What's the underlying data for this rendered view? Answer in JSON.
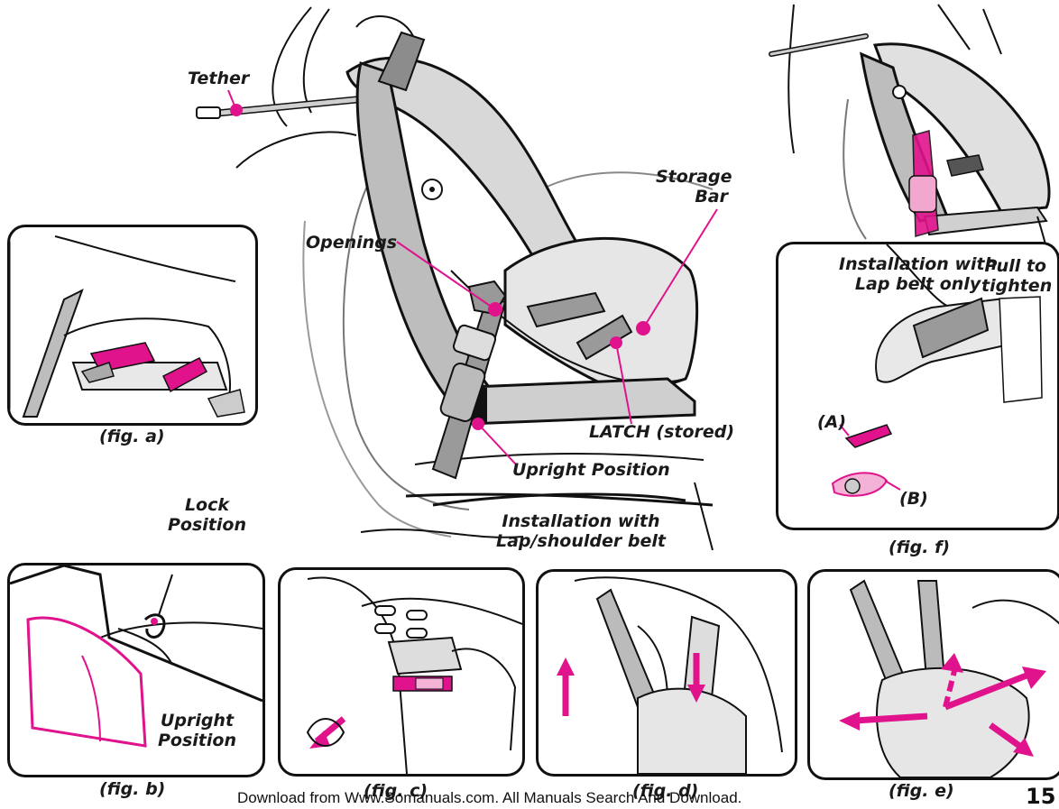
{
  "labels": {
    "tether": "Tether",
    "storage_bar_1": "Storage",
    "storage_bar_2": "Bar",
    "openings": "Openings",
    "latch_stored": "LATCH (stored)",
    "upright_position_main": "Upright Position",
    "install_lap_shoulder_1": "Installation with",
    "install_lap_shoulder_2": "Lap/shoulder belt",
    "install_lap_only_1": "Installation with",
    "install_lap_only_2": "Lap belt only",
    "pull_to_tighten_1": "Pull to",
    "pull_to_tighten_2": "tighten",
    "part_a": "(A)",
    "part_b": "(B)",
    "lock_position_1": "Lock",
    "lock_position_2": "Position",
    "upright_position_b_1": "Upright",
    "upright_position_b_2": "Position"
  },
  "figures": {
    "a": "(fig. a)",
    "b": "(fig. b)",
    "c": "(fig. c)",
    "d": "(fig. d)",
    "e": "(fig. e)",
    "f": "(fig. f)"
  },
  "footer": "Download from Www.Somanuals.com. All Manuals Search And Download.",
  "page_number": "15",
  "colors": {
    "accent": "#e0138c",
    "line": "#111111",
    "seat": "#e6e6e6",
    "strap": "#9a9a9a"
  }
}
